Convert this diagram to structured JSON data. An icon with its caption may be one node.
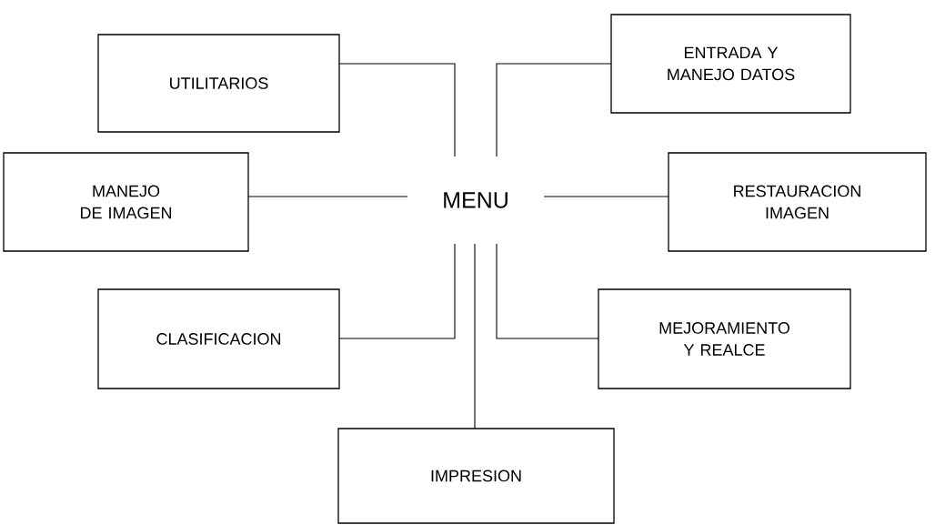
{
  "diagram": {
    "nodes": [
      {
        "text": [
          "UTILITARIOS"
        ]
      },
      {
        "text": [
          "ENTRADA Y MANEJO DATOS"
        ]
      },
      {
        "text": [
          "MANEJO DE IMAGEN"
        ]
      },
      {
        "text": [
          "MENU"
        ]
      },
      {
        "text": [
          "RESTAURACION IMAGEN"
        ]
      },
      {
        "text": [
          "CLASIFICACION"
        ]
      },
      {
        "text": [
          "MEJORAMIENTO Y REALCE"
        ]
      },
      {
        "text": [
          "IMPRESION"
        ]
      }
    ],
    "edges": [
      {
        "from": 3,
        "to": 0,
        "arrow": "none"
      },
      {
        "from": 3,
        "to": 1,
        "arrow": "none"
      },
      {
        "from": 3,
        "to": 2,
        "arrow": "none"
      },
      {
        "from": 3,
        "to": 4,
        "arrow": "none"
      },
      {
        "from": 3,
        "to": 5,
        "arrow": "none"
      },
      {
        "from": 3,
        "to": 6,
        "arrow": "none"
      },
      {
        "from": 3,
        "to": 7,
        "arrow": "none"
      }
    ]
  }
}
